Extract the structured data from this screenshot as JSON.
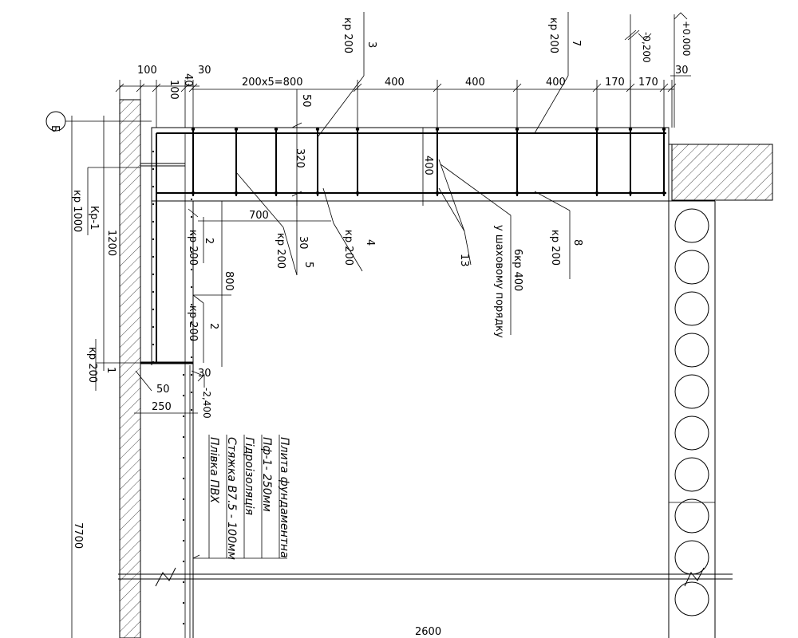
{
  "axis_marker": "Б",
  "top_dims": {
    "d100": "100",
    "d40": "40",
    "d30a": "30",
    "d100b": "100",
    "span": "200x5=800",
    "d400a": "400",
    "d400b": "400",
    "d400c": "400",
    "d170a": "170",
    "d170b": "170",
    "d30b": "30"
  },
  "beam_dims": {
    "top50": "50",
    "height": "320",
    "mid400": "400"
  },
  "lower_dims": {
    "d700": "700",
    "d30": "30",
    "d5": "5",
    "d800": "800",
    "d30b": "30",
    "d50": "50",
    "d250": "250"
  },
  "left_dims": {
    "d1200": "1200",
    "d7700": "7700"
  },
  "levels": {
    "zero": "+0.000",
    "m0200": "-0,200",
    "m2400": "-2,400"
  },
  "rebar_labels": {
    "p3": "3",
    "p3_step": "кр 200",
    "p7": "7",
    "p7_step": "кр 200",
    "p2a": "2",
    "p2a_step": "кр 200",
    "p5": "5",
    "p5_step": "кр 200",
    "p4": "4",
    "p4_step": "кр 200",
    "p13": "13",
    "p6": "6кр 400",
    "p6_note": "у шаховому порядку",
    "p8": "8",
    "p8_step": "кр 200",
    "p2b": "2",
    "p2b_step": "кр 200",
    "p1": "1",
    "p1_step": "кр 200",
    "kr1": "Кр-1",
    "kr1_step": "кр 1000"
  },
  "layers": [
    "Плита фундаментна",
    "Пф-1- 250мм",
    "Гідроізоляція",
    "Стяжка B7.5 - 100мм",
    "Плівка ПВХ"
  ],
  "bottom_partial": "2600"
}
